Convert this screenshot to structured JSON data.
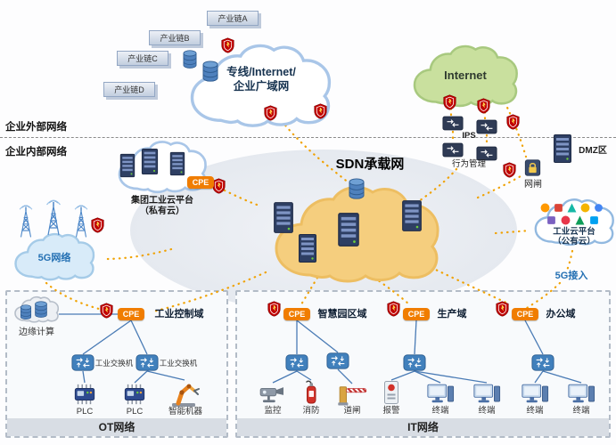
{
  "zones": {
    "external": "企业外部网络",
    "internal": "企业内部网络"
  },
  "top": {
    "industry_chains": [
      "产业链A",
      "产业链B",
      "产业链C",
      "产业链D"
    ],
    "wan_cloud": {
      "line1": "专线/Internet/",
      "line2": "企业广域网"
    },
    "internet": "Internet"
  },
  "core": {
    "title": "SDN承载网"
  },
  "left": {
    "private_cloud": {
      "line1": "集团工业云平台",
      "line2": "（私有云）"
    },
    "five_g_cloud": "5G网络"
  },
  "right": {
    "ips": "IPS",
    "behavior_mgmt": "行为管理",
    "dmz": "DMZ区",
    "gatekeeper": "网闸",
    "public_cloud": {
      "line1": "工业云平台",
      "line2": "（公有云）"
    },
    "five_g_access": "5G接入"
  },
  "labels": {
    "cpe": "CPE"
  },
  "ot": {
    "panel": "OT网络",
    "edge_computing": "边缘计算",
    "domain": "工业控制域",
    "switch1": "工业交换机",
    "switch2": "工业交换机",
    "devices": [
      "PLC",
      "PLC",
      "智能机器"
    ]
  },
  "it": {
    "panel": "IT网络",
    "domains": [
      "智慧园区域",
      "生产域",
      "办公域"
    ],
    "devices": [
      "监控",
      "消防",
      "道闸",
      "报警",
      "终端",
      "终端",
      "终端",
      "终端"
    ]
  },
  "icons": {
    "security": "red-shield",
    "network_switch": "arrow-switch",
    "server": "rack",
    "database": "cylinder"
  },
  "colors": {
    "connection_yellow": "#F0A202",
    "connection_blue": "#4A7BB5",
    "cpe_orange": "#F07D00",
    "shield_red": "#C00000",
    "five_g_blue": "#2470B3",
    "sdn_cloud": "#F5CE7E",
    "internet_cloud": "#C9E09E"
  }
}
